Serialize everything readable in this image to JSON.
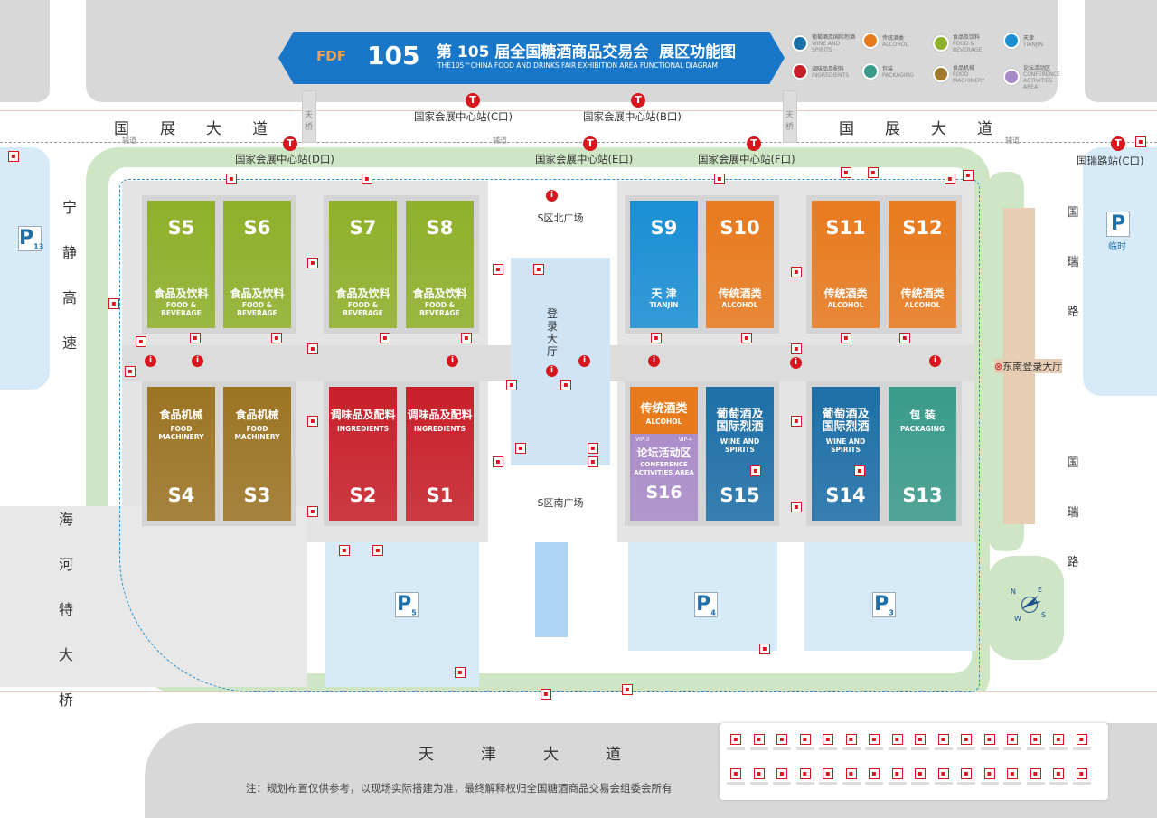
{
  "title": {
    "logo": "FDF",
    "edition_mark": "105",
    "cn": "第 105 届全国糖酒商品交易会  展区功能图",
    "en": "THE105™CHINA FOOD AND DRINKS FAIR  EXHIBITION AREA FUNCTIONAL DIAGRAM"
  },
  "category_legend": [
    {
      "cn": "葡萄酒及国际烈酒",
      "en": "WINE AND SPIRITS",
      "color": "#1d6fa8"
    },
    {
      "cn": "传统酒类",
      "en": "ALCOHOL",
      "color": "#e87a1e"
    },
    {
      "cn": "食品及饮料",
      "en": "FOOD & BEVERAGE",
      "color": "#8fb02a"
    },
    {
      "cn": "天津",
      "en": "TIANJIN",
      "color": "#1a8fd4"
    },
    {
      "cn": "调味品及配料",
      "en": "INGREDIENTS",
      "color": "#c8202a"
    },
    {
      "cn": "包装",
      "en": "PACKAGING",
      "color": "#3a9b8a"
    },
    {
      "cn": "食品机械",
      "en": "FOOD MACHINERY",
      "color": "#a0792a"
    },
    {
      "cn": "论坛活动区",
      "en": "CONFERENCE ACTIVITIES AREA",
      "color": "#a98ac8"
    }
  ],
  "roads": {
    "north": "国展大道",
    "south": "天津大道",
    "west": "宁静高速",
    "southwest": "海河特大桥",
    "east": "国瑞路",
    "bridge": "天桥",
    "aux_road": "辅道"
  },
  "stations": [
    "国家会展中心站(C口)",
    "国家会展中心站(B口)",
    "国家会展中心站(D口)",
    "国家会展中心站(E口)",
    "国家会展中心站(F口)",
    "国瑞路站(C口)"
  ],
  "plazas": {
    "north": "S区北广场",
    "south": "S区南广场",
    "lobby": "登录大厅",
    "southeast_lobby": "东南登录大厅"
  },
  "parking": [
    {
      "label": "P",
      "num": "13"
    },
    {
      "label": "P",
      "num": "5"
    },
    {
      "label": "P",
      "num": "4"
    },
    {
      "label": "P",
      "num": "3"
    },
    {
      "label": "P",
      "sub": "临时"
    }
  ],
  "halls": [
    {
      "code": "S5",
      "cn": "食品及饮料",
      "en": "FOOD & BEVERAGE",
      "color": "#8fb02a"
    },
    {
      "code": "S6",
      "cn": "食品及饮料",
      "en": "FOOD & BEVERAGE",
      "color": "#8fb02a"
    },
    {
      "code": "S7",
      "cn": "食品及饮料",
      "en": "FOOD & BEVERAGE",
      "color": "#8fb02a"
    },
    {
      "code": "S8",
      "cn": "食品及饮料",
      "en": "FOOD & BEVERAGE",
      "color": "#8fb02a"
    },
    {
      "code": "S9",
      "cn": "天 津",
      "en": "TIANJIN",
      "color": "#1a8fd4"
    },
    {
      "code": "S10",
      "cn": "传统酒类",
      "en": "ALCOHOL",
      "color": "#e87a1e"
    },
    {
      "code": "S11",
      "cn": "传统酒类",
      "en": "ALCOHOL",
      "color": "#e87a1e"
    },
    {
      "code": "S12",
      "cn": "传统酒类",
      "en": "ALCOHOL",
      "color": "#e87a1e"
    },
    {
      "code": "S4",
      "cn": "食品机械",
      "en": "FOOD MACHINERY",
      "color": "#9c7424"
    },
    {
      "code": "S3",
      "cn": "食品机械",
      "en": "FOOD MACHINERY",
      "color": "#9c7424"
    },
    {
      "code": "S2",
      "cn": "调味品及配料",
      "en": "INGREDIENTS",
      "color": "#c8202a"
    },
    {
      "code": "S1",
      "cn": "调味品及配料",
      "en": "INGREDIENTS",
      "color": "#c8202a"
    },
    {
      "code": "S16",
      "cn": "论坛活动区",
      "en": "CONFERENCE ACTIVITIES AREA",
      "color": "#a98ac8",
      "top_cn": "传统酒类",
      "top_en": "ALCOHOL",
      "top_color": "#e87a1e",
      "vip": [
        "VIP-3",
        "VIP-4"
      ]
    },
    {
      "code": "S15",
      "cn": "葡萄酒及国际烈酒",
      "en": "WINE AND SPIRITS",
      "color": "#1d6fa8"
    },
    {
      "code": "S14",
      "cn": "葡萄酒及国际烈酒",
      "en": "WINE AND SPIRITS",
      "color": "#1d6fa8"
    },
    {
      "code": "S13",
      "cn": "包 装",
      "en": "PACKAGING",
      "color": "#3a9b8a"
    }
  ],
  "note": "注：规划布置仅供参考，以现场实际搭建为准，最终解释权归全国糖酒商品交易会组委会所有",
  "compass": [
    "N",
    "E",
    "S",
    "W"
  ]
}
